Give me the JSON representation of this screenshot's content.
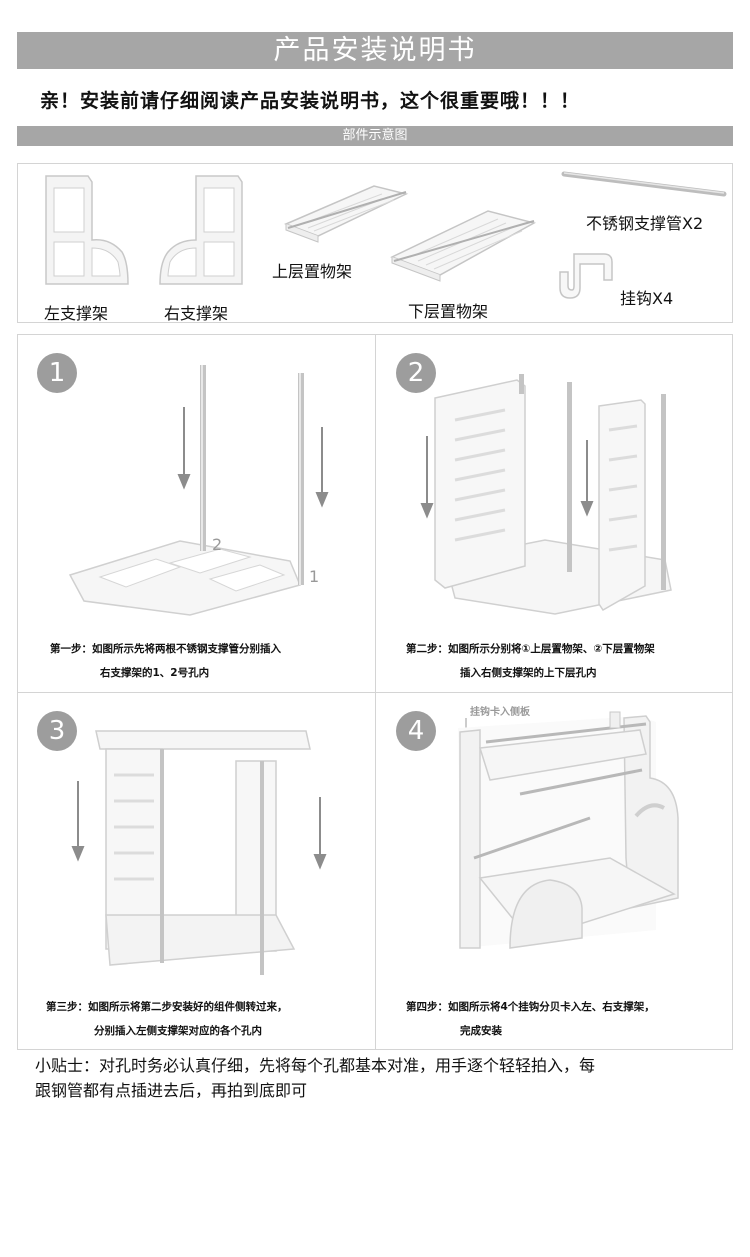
{
  "title": "产品安装说明书",
  "intro": "亲！安装前请仔细阅读产品安装说明书，这个很重要哦！！！",
  "parts_section_title": "部件示意图",
  "parts": {
    "left_support": "左支撑架",
    "right_support": "右支撑架",
    "upper_shelf": "上层置物架",
    "lower_shelf": "下层置物架",
    "steel_tube": "不锈钢支撑管X2",
    "hook": "挂钩X4"
  },
  "steps": [
    {
      "number": "1",
      "line1": "第一步：如图所示先将两根不锈钢支撑管分别插入",
      "line2": "右支撑架的1、2号孔内",
      "hole_label_1": "1",
      "hole_label_2": "2"
    },
    {
      "number": "2",
      "line1": "第二步：如图所示分别将①上层置物架、②下层置物架",
      "line2": "插入右侧支撑架的上下层孔内"
    },
    {
      "number": "3",
      "line1": "第三步：如图所示将第二步安装好的组件侧转过来，",
      "line2": "分别插入左侧支撑架对应的各个孔内"
    },
    {
      "number": "4",
      "line1": "第四步：如图所示将4个挂钩分贝卡入左、右支撑架，",
      "line2": "完成安装",
      "annotation": "挂钩卡入侧板"
    }
  ],
  "tip_line1": "小贴士：对孔时务必认真仔细，先将每个孔都基本对准，用手逐个轻轻拍入，每",
  "tip_line2": "跟钢管都有点插进去后，再拍到底即可",
  "colors": {
    "banner": "#a6a6a6",
    "badge": "#9d9d9d",
    "border": "#d4d4d4",
    "arrow": "#8c8c8c"
  }
}
